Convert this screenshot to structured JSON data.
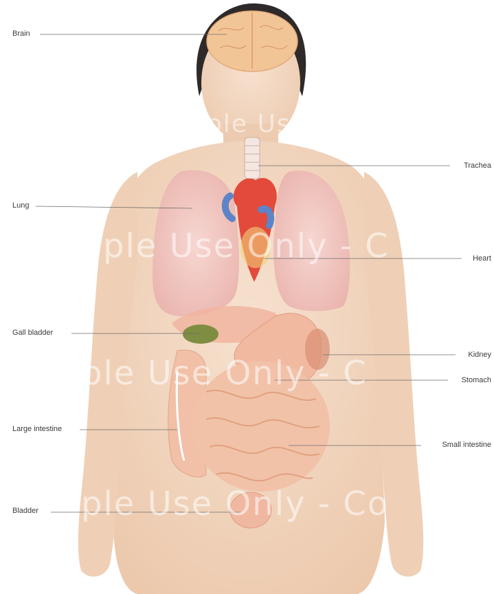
{
  "labels": {
    "brain": "Brain",
    "lung": "Lung",
    "gall_bladder": "Gall bladder",
    "large_intestine": "Large intestine",
    "bladder": "Bladder",
    "trachea": "Trachea",
    "heart": "Heart",
    "kidney": "Kidney",
    "stomach": "Stomach",
    "small_intestine": "Small intestine"
  },
  "watermark": {
    "line1": "ple Use Only - C",
    "line2": "ple Use Only - C",
    "line3": "ple Use Only - Co",
    "line4": "ple Use Only - C"
  },
  "colors": {
    "skin": "#f3d9c4",
    "skin_shadow": "#e8c3a6",
    "hair": "#2e2a2a",
    "brain": "#f2c59a",
    "lung": "#f3c9c4",
    "heart": "#e04a3c",
    "vessel_blue": "#5f84c9",
    "gall_bladder": "#7a8a3c",
    "stomach": "#f0b9a0",
    "intestine": "#f1c2a8",
    "leader_line": "#6d6d6d"
  }
}
